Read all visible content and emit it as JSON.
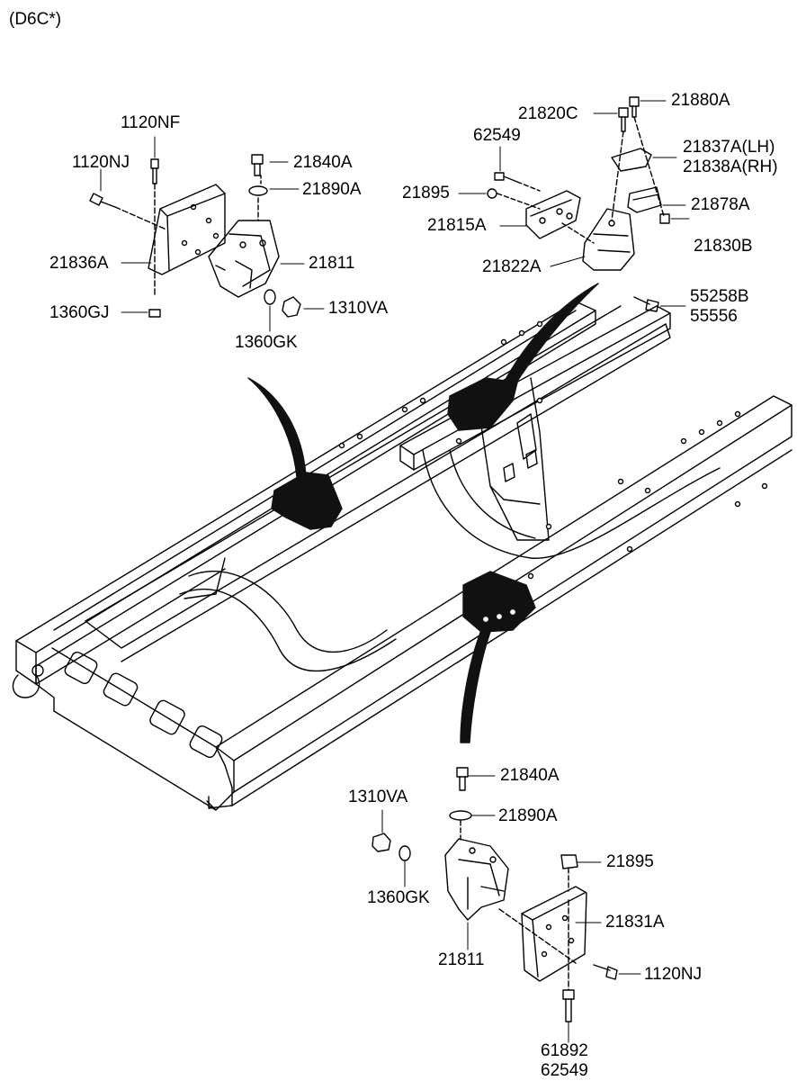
{
  "header": {
    "variant": "(D6C*)"
  },
  "labels": {
    "p_1120NF": "1120NF",
    "p_1120NJ_top": "1120NJ",
    "p_21840A_top": "21840A",
    "p_21890A_top": "21890A",
    "p_21836A": "21836A",
    "p_21811_top": "21811",
    "p_1360GJ": "1360GJ",
    "p_1310VA_top": "1310VA",
    "p_1360GK_top": "1360GK",
    "p_21820C": "21820C",
    "p_21880A": "21880A",
    "p_62549_top": "62549",
    "p_21837A": "21837A(LH)",
    "p_21838A": "21838A(RH)",
    "p_21895_top": "21895",
    "p_21878A": "21878A",
    "p_21815A": "21815A",
    "p_21830B": "21830B",
    "p_21822A": "21822A",
    "p_55258B": "55258B",
    "p_55556": "55556",
    "p_21840A_bot": "21840A",
    "p_1310VA_bot": "1310VA",
    "p_21890A_bot": "21890A",
    "p_21895_bot": "21895",
    "p_1360GK_bot": "1360GK",
    "p_21831A": "21831A",
    "p_21811_bot": "21811",
    "p_1120NJ_bot": "1120NJ",
    "p_61892": "61892",
    "p_62549_bot": "62549"
  },
  "colors": {
    "line": "#000000",
    "fill_dark": "#111111",
    "background": "#ffffff"
  }
}
